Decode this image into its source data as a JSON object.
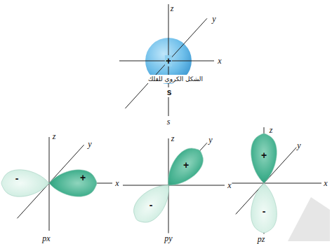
{
  "diagram": {
    "labels": [
      "z",
      "y",
      "x",
      "+",
      "الشكل الكروي للفلك",
      "s",
      "s",
      "z",
      "y",
      "-",
      "+",
      "x",
      "px",
      "z",
      "y",
      "+",
      "-",
      "x",
      "py",
      "z",
      "y",
      "+",
      "x",
      "-",
      "pz"
    ]
  }
}
